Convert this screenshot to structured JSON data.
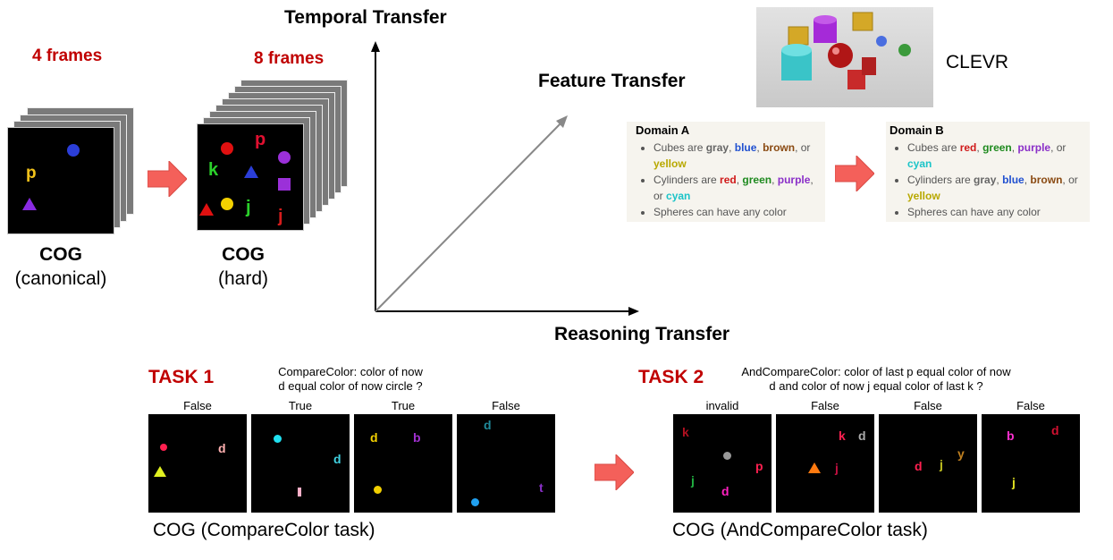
{
  "top_left": {
    "frames4": "4 frames",
    "frames8": "8 frames",
    "cog_canonical_title": "COG",
    "cog_canonical_sub": "(canonical)",
    "cog_hard_title": "COG",
    "cog_hard_sub": "(hard)",
    "canonical_glyphs": [
      "p"
    ],
    "hard_glyphs": [
      "p",
      "k",
      "j",
      "j"
    ]
  },
  "axes": {
    "temporal": "Temporal Transfer",
    "feature": "Feature Transfer",
    "reasoning": "Reasoning Transfer"
  },
  "clevr_label": "CLEVR",
  "domain_a": {
    "title": "Domain A",
    "items": [
      {
        "pre": "Cubes are ",
        "c1": "gray",
        "s1": ", ",
        "c2": "blue",
        "s2": ", ",
        "c3": "brown",
        "s3": ", or ",
        "c4": "yellow"
      },
      {
        "pre": "Cylinders are ",
        "c1": "red",
        "s1": ", ",
        "c2": "green",
        "s2": ", ",
        "c3": "purple",
        "s3": ", or ",
        "c4": "cyan"
      },
      {
        "text": "Spheres can have any color"
      }
    ]
  },
  "domain_b": {
    "title": "Domain B",
    "items": [
      {
        "pre": "Cubes are ",
        "c1": "red",
        "s1": ", ",
        "c2": "green",
        "s2": ", ",
        "c3": "purple",
        "s3": ", or ",
        "c4": "cyan"
      },
      {
        "pre": "Cylinders are ",
        "c1": "gray",
        "s1": ", ",
        "c2": "blue",
        "s2": ", ",
        "c3": "brown",
        "s3": ", or ",
        "c4": "yellow"
      },
      {
        "text": "Spheres can have any color"
      }
    ]
  },
  "task1": {
    "title": "TASK 1",
    "question_line1": "CompareColor: color of now",
    "question_line2": "d equal color of now circle ?",
    "panel_labels": [
      "False",
      "True",
      "True",
      "False"
    ],
    "panel_glyphs": [
      "d",
      "d",
      "d",
      "b",
      "d",
      "t"
    ],
    "caption": "COG (CompareColor task)"
  },
  "task2": {
    "title": "TASK 2",
    "question_line1": "AndCompareColor: color of last p equal color of now",
    "question_line2": "d and color of now j equal color of last k ?",
    "panel_labels": [
      "invalid",
      "False",
      "False",
      "False"
    ],
    "panel_glyphs": [
      "k",
      "j",
      "d",
      "p",
      "k",
      "d",
      "j",
      "d",
      "j",
      "y",
      "b",
      "d",
      "j"
    ],
    "caption": "COG (AndCompareColor task)"
  },
  "colors": {
    "accent_red": "#c00000",
    "arrow_fill": "#f4605a"
  }
}
